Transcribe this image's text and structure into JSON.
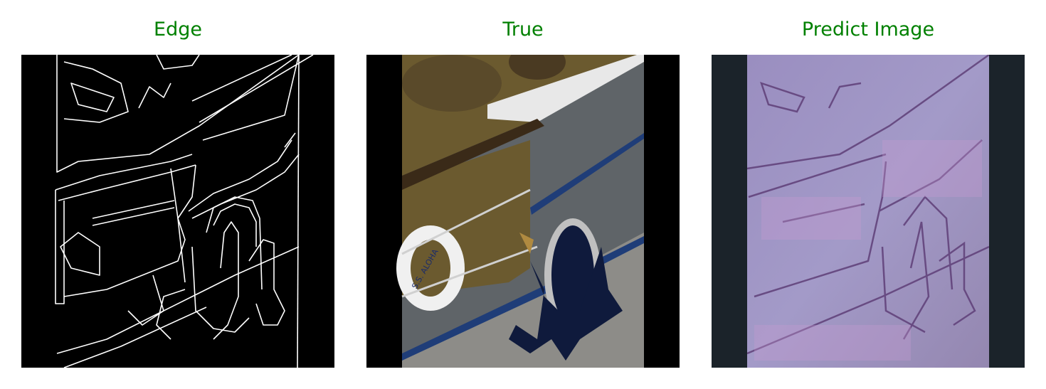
{
  "panels": [
    {
      "title": "Edge"
    },
    {
      "title": "True"
    },
    {
      "title": "Predict Image"
    }
  ],
  "true_panel": {
    "lifering_text": "S.S. ALOHA"
  },
  "colors": {
    "title": "#008000",
    "edge_background": "#000000",
    "edge_lines": "#ffffff",
    "deck_brown": "#6b5a2f",
    "hull_grey": "#5f6468",
    "hull_light": "#8d8c88",
    "stripe_blue": "#1f3d78",
    "anchor_navy": "#0f1a3c",
    "predict_purple": "#9a8ec0"
  }
}
